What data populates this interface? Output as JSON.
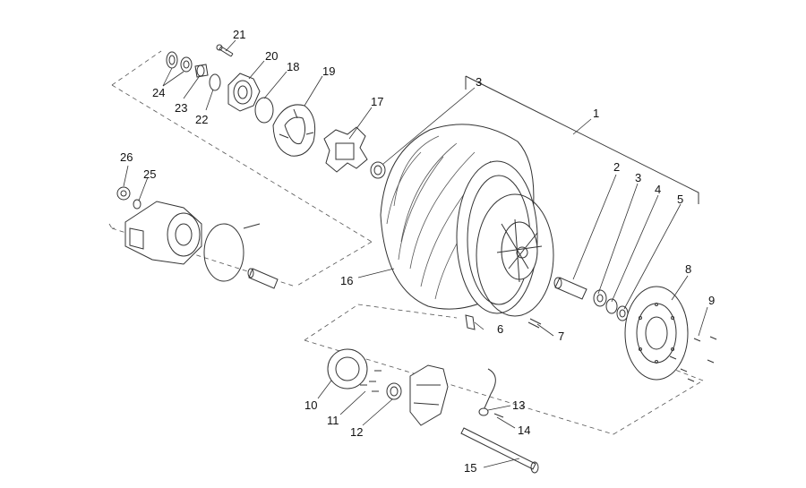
{
  "diagram": {
    "callouts": [
      "1",
      "2",
      "3",
      "4",
      "5",
      "6",
      "7",
      "8",
      "9",
      "10",
      "11",
      "12",
      "13",
      "14",
      "15",
      "16",
      "17",
      "18",
      "19",
      "20",
      "21",
      "22",
      "23",
      "24",
      "25",
      "26",
      "3"
    ]
  }
}
